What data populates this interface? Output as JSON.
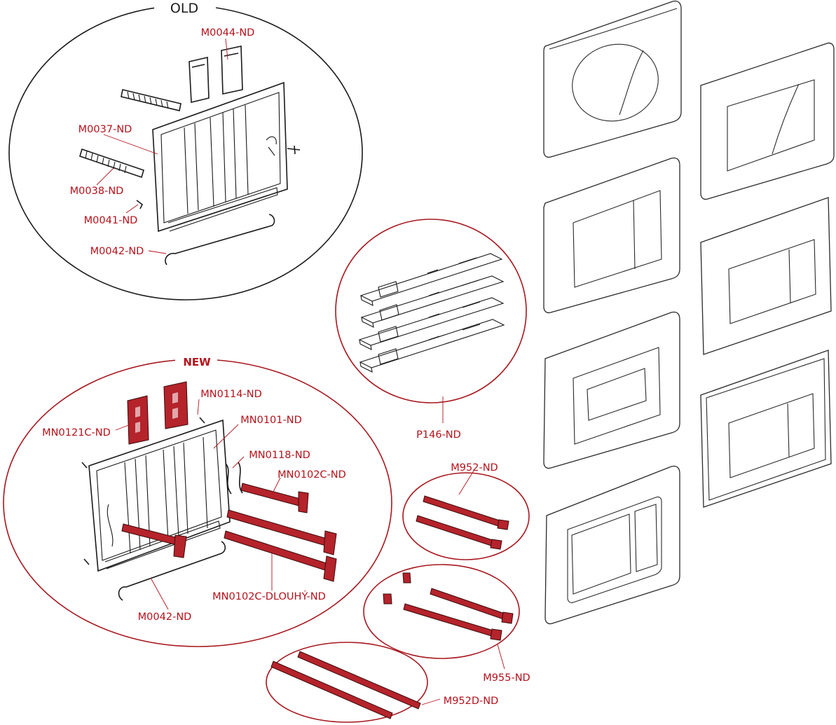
{
  "groups": {
    "old": {
      "title": "OLD",
      "labels": [
        "M0044-ND",
        "M0037-ND",
        "M0038-ND",
        "M0041-ND",
        "M0042-ND"
      ]
    },
    "new": {
      "title": "NEW",
      "labels": [
        "MN0114-ND",
        "MN0121C-ND",
        "MN0101-ND",
        "MN0118-ND",
        "MN0102C-ND",
        "MN0102C-DLOUHÝ-ND",
        "M0042-ND"
      ]
    },
    "p146": {
      "label": "P146-ND"
    },
    "m952": {
      "label": "M952-ND"
    },
    "m955": {
      "label": "M955-ND"
    },
    "m952d": {
      "label": "M952D-ND"
    }
  },
  "colors": {
    "accent": "#b5121b",
    "part_fill": "#b5232b",
    "line": "#1a1a1a"
  }
}
